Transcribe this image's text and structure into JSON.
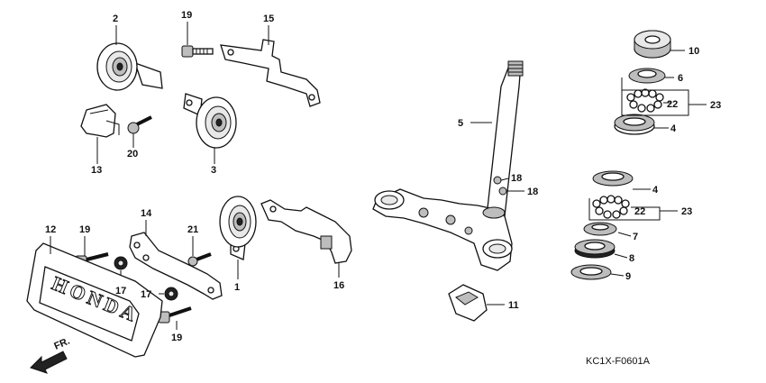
{
  "diagram_code": "KC1X-F0601A",
  "badge_text": "HONDA",
  "arrow_label": "FR.",
  "callouts": {
    "c1": "1",
    "c2": "2",
    "c3": "3",
    "c4a": "4",
    "c4b": "4",
    "c5": "5",
    "c6": "6",
    "c7": "7",
    "c8": "8",
    "c9": "9",
    "c10": "10",
    "c11": "11",
    "c12": "12",
    "c13": "13",
    "c14": "14",
    "c15": "15",
    "c16": "16",
    "c17a": "17",
    "c17b": "17",
    "c18a": "18",
    "c18b": "18",
    "c19a": "19",
    "c19b": "19",
    "c19c": "19",
    "c20": "20",
    "c21": "21",
    "c22a": "22",
    "c22b": "22",
    "c23a": "23",
    "c23b": "23"
  }
}
